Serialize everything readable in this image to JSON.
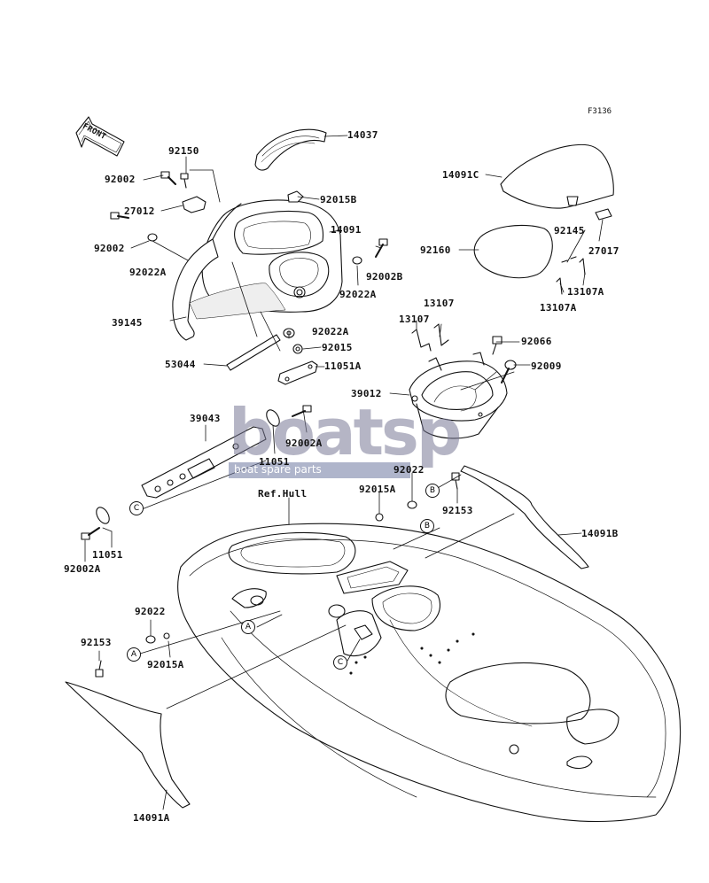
{
  "figure_code": "F3136",
  "front_label": "FRONT",
  "watermark": {
    "brand": "boatsp",
    "tagline": "boat spare parts"
  },
  "ref_label": "Ref.Hull",
  "callouts": [
    {
      "id": "p14037",
      "text": "14037"
    },
    {
      "id": "p92150",
      "text": "92150"
    },
    {
      "id": "p92002a",
      "text": "92002"
    },
    {
      "id": "p92015b",
      "text": "92015B"
    },
    {
      "id": "p27012",
      "text": "27012"
    },
    {
      "id": "p14091",
      "text": "14091"
    },
    {
      "id": "p92002b",
      "text": "92002"
    },
    {
      "id": "p92022a1",
      "text": "92022A"
    },
    {
      "id": "p92002B",
      "text": "92002B"
    },
    {
      "id": "p92022a2",
      "text": "92022A"
    },
    {
      "id": "p39145",
      "text": "39145"
    },
    {
      "id": "p92022a3",
      "text": "92022A"
    },
    {
      "id": "p92015",
      "text": "92015"
    },
    {
      "id": "p53044",
      "text": "53044"
    },
    {
      "id": "p11051a",
      "text": "11051A"
    },
    {
      "id": "p14091c",
      "text": "14091C"
    },
    {
      "id": "p92160",
      "text": "92160"
    },
    {
      "id": "p92145",
      "text": "92145"
    },
    {
      "id": "p27017",
      "text": "27017"
    },
    {
      "id": "p13107a1",
      "text": "13107A"
    },
    {
      "id": "p13107a2",
      "text": "13107A"
    },
    {
      "id": "p13107_1",
      "text": "13107"
    },
    {
      "id": "p13107_2",
      "text": "13107"
    },
    {
      "id": "p92066",
      "text": "92066"
    },
    {
      "id": "p92009",
      "text": "92009"
    },
    {
      "id": "p39012",
      "text": "39012"
    },
    {
      "id": "p39043",
      "text": "39043"
    },
    {
      "id": "p92002A1",
      "text": "92002A"
    },
    {
      "id": "p11051_1",
      "text": "11051"
    },
    {
      "id": "p92022_1",
      "text": "92022"
    },
    {
      "id": "p92015a1",
      "text": "92015A"
    },
    {
      "id": "p92153_1",
      "text": "92153"
    },
    {
      "id": "p14091b",
      "text": "14091B"
    },
    {
      "id": "p11051_2",
      "text": "11051"
    },
    {
      "id": "p92002A2",
      "text": "92002A"
    },
    {
      "id": "p92022_2",
      "text": "92022"
    },
    {
      "id": "p92153_2",
      "text": "92153"
    },
    {
      "id": "p92015a2",
      "text": "92015A"
    },
    {
      "id": "p14091a",
      "text": "14091A"
    }
  ],
  "markers": [
    "A",
    "B",
    "C"
  ]
}
